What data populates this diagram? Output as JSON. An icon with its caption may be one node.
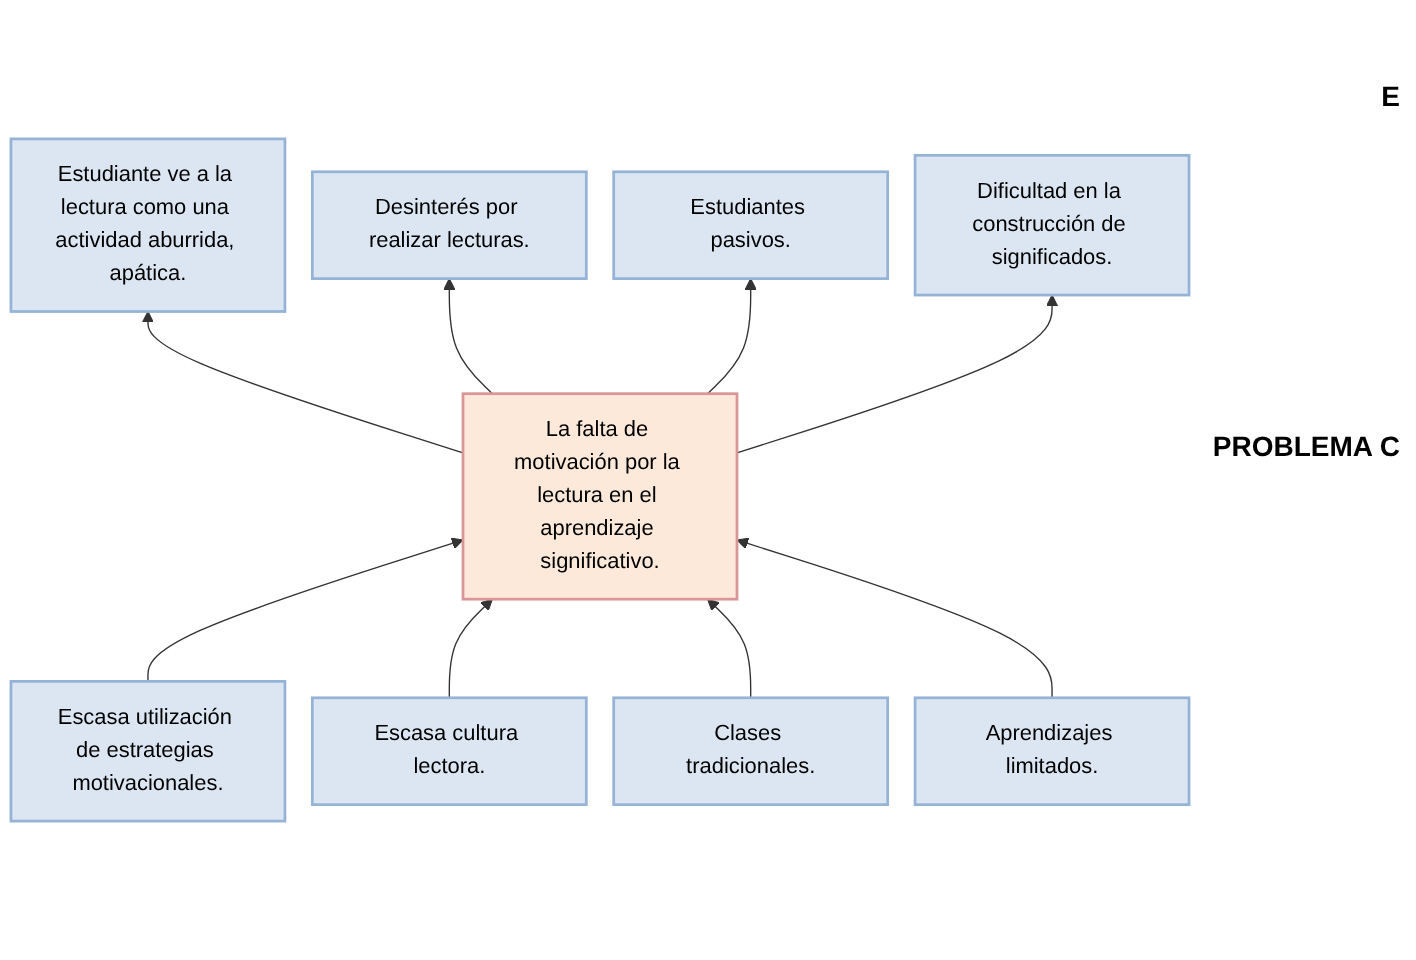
{
  "diagram": {
    "nodes": [
      {
        "text": [
          "Estudiante ve a la lectura como una actividad aburrida, apática."
        ]
      },
      {
        "text": [
          "Desinterés por realizar lecturas."
        ]
      },
      {
        "text": [
          "Estudiantes pasivos."
        ]
      },
      {
        "text": [
          "Dificultad en la construcción de significados."
        ]
      },
      {
        "text": [
          "La falta de motivación por la lectura en el aprendizaje significativo."
        ]
      },
      {
        "text": [
          "Escasa utilización de estrategias motivacionales."
        ]
      },
      {
        "text": [
          "Escasa cultura lectora."
        ]
      },
      {
        "text": [
          "Clases tradicionales."
        ]
      },
      {
        "text": [
          "Aprendizajes limitados."
        ]
      }
    ],
    "edges": [
      {
        "from": 4,
        "to": 0,
        "arrow": "to"
      },
      {
        "from": 4,
        "to": 1,
        "arrow": "to"
      },
      {
        "from": 4,
        "to": 2,
        "arrow": "to"
      },
      {
        "from": 4,
        "to": 3,
        "arrow": "to"
      },
      {
        "from": 5,
        "to": 4,
        "arrow": "to"
      },
      {
        "from": 6,
        "to": 4,
        "arrow": "to"
      },
      {
        "from": 7,
        "to": 4,
        "arrow": "to"
      },
      {
        "from": 8,
        "to": 4,
        "arrow": "to"
      }
    ],
    "labels": [
      "E",
      "PROBLEMA C"
    ]
  }
}
